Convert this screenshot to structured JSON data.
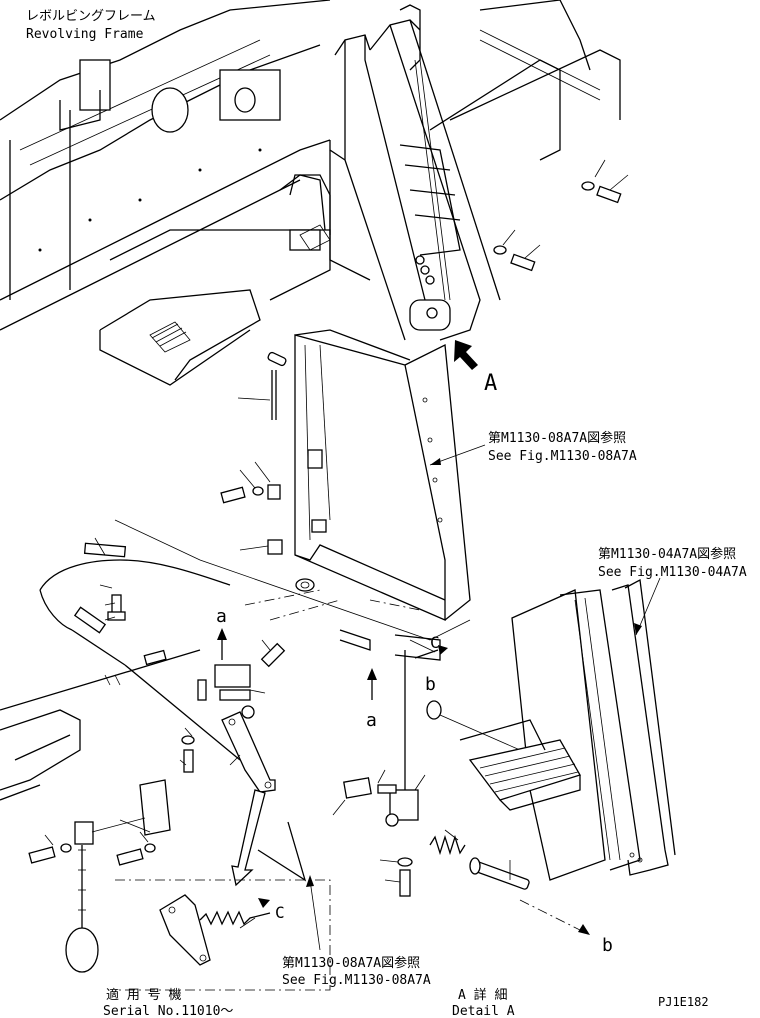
{
  "labels": {
    "revolving_frame_jp": "レボルビングフレーム",
    "revolving_frame_en": "Revolving Frame",
    "ref_08a7a_top_jp": "第M1130-08A7A図参照",
    "ref_08a7a_top_en": "See Fig.M1130-08A7A",
    "ref_04a7a_jp": "第M1130-04A7A図参照",
    "ref_04a7a_en": "See Fig.M1130-04A7A",
    "ref_08a7a_bottom_jp": "第M1130-08A7A図参照",
    "ref_08a7a_bottom_en": "See Fig.M1130-08A7A",
    "serial_jp": "適 用 号 機",
    "serial_en": "Serial No.11010～",
    "detail_jp": "A 詳 細",
    "detail_en": "Detail A",
    "drawing_code": "PJ1E182"
  },
  "callouts": {
    "view_a": "A",
    "a_upper": "a",
    "a_lower": "a",
    "b_circle": "b",
    "b_bottom": "b",
    "c_upper": "C",
    "c_detail": "C"
  }
}
